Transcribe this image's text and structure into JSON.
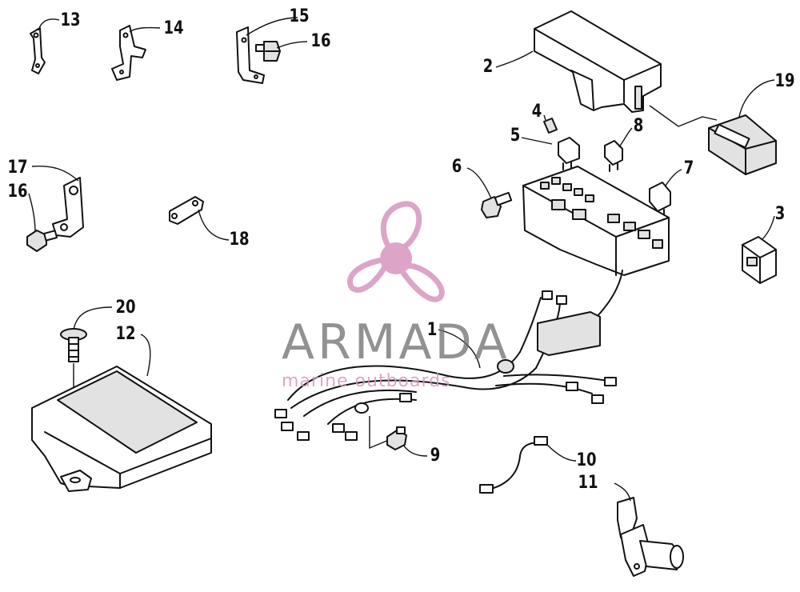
{
  "watermark": {
    "brand": "ARMADA",
    "tagline": "marine outboards",
    "colors": {
      "brand_gray": "#6e6e6e",
      "logo_pink": "#d696be"
    }
  },
  "callouts": {
    "n1": "1",
    "n2": "2",
    "n3": "3",
    "n4": "4",
    "n5": "5",
    "n6": "6",
    "n7": "7",
    "n8": "8",
    "n9": "9",
    "n10": "10",
    "n11": "11",
    "n12": "12",
    "n13": "13",
    "n14": "14",
    "n15": "15",
    "n16a": "16",
    "n16b": "16",
    "n17": "17",
    "n18": "18",
    "n19": "19",
    "n20": "20"
  },
  "parts_diagram": {
    "icons": [
      "bracket-icon",
      "fuse-box-icon",
      "relay-icon",
      "fuse-icon",
      "bolt-icon",
      "control-unit-icon",
      "wire-harness-icon",
      "sensor-icon",
      "label-icon",
      "propeller-logo-icon"
    ]
  }
}
